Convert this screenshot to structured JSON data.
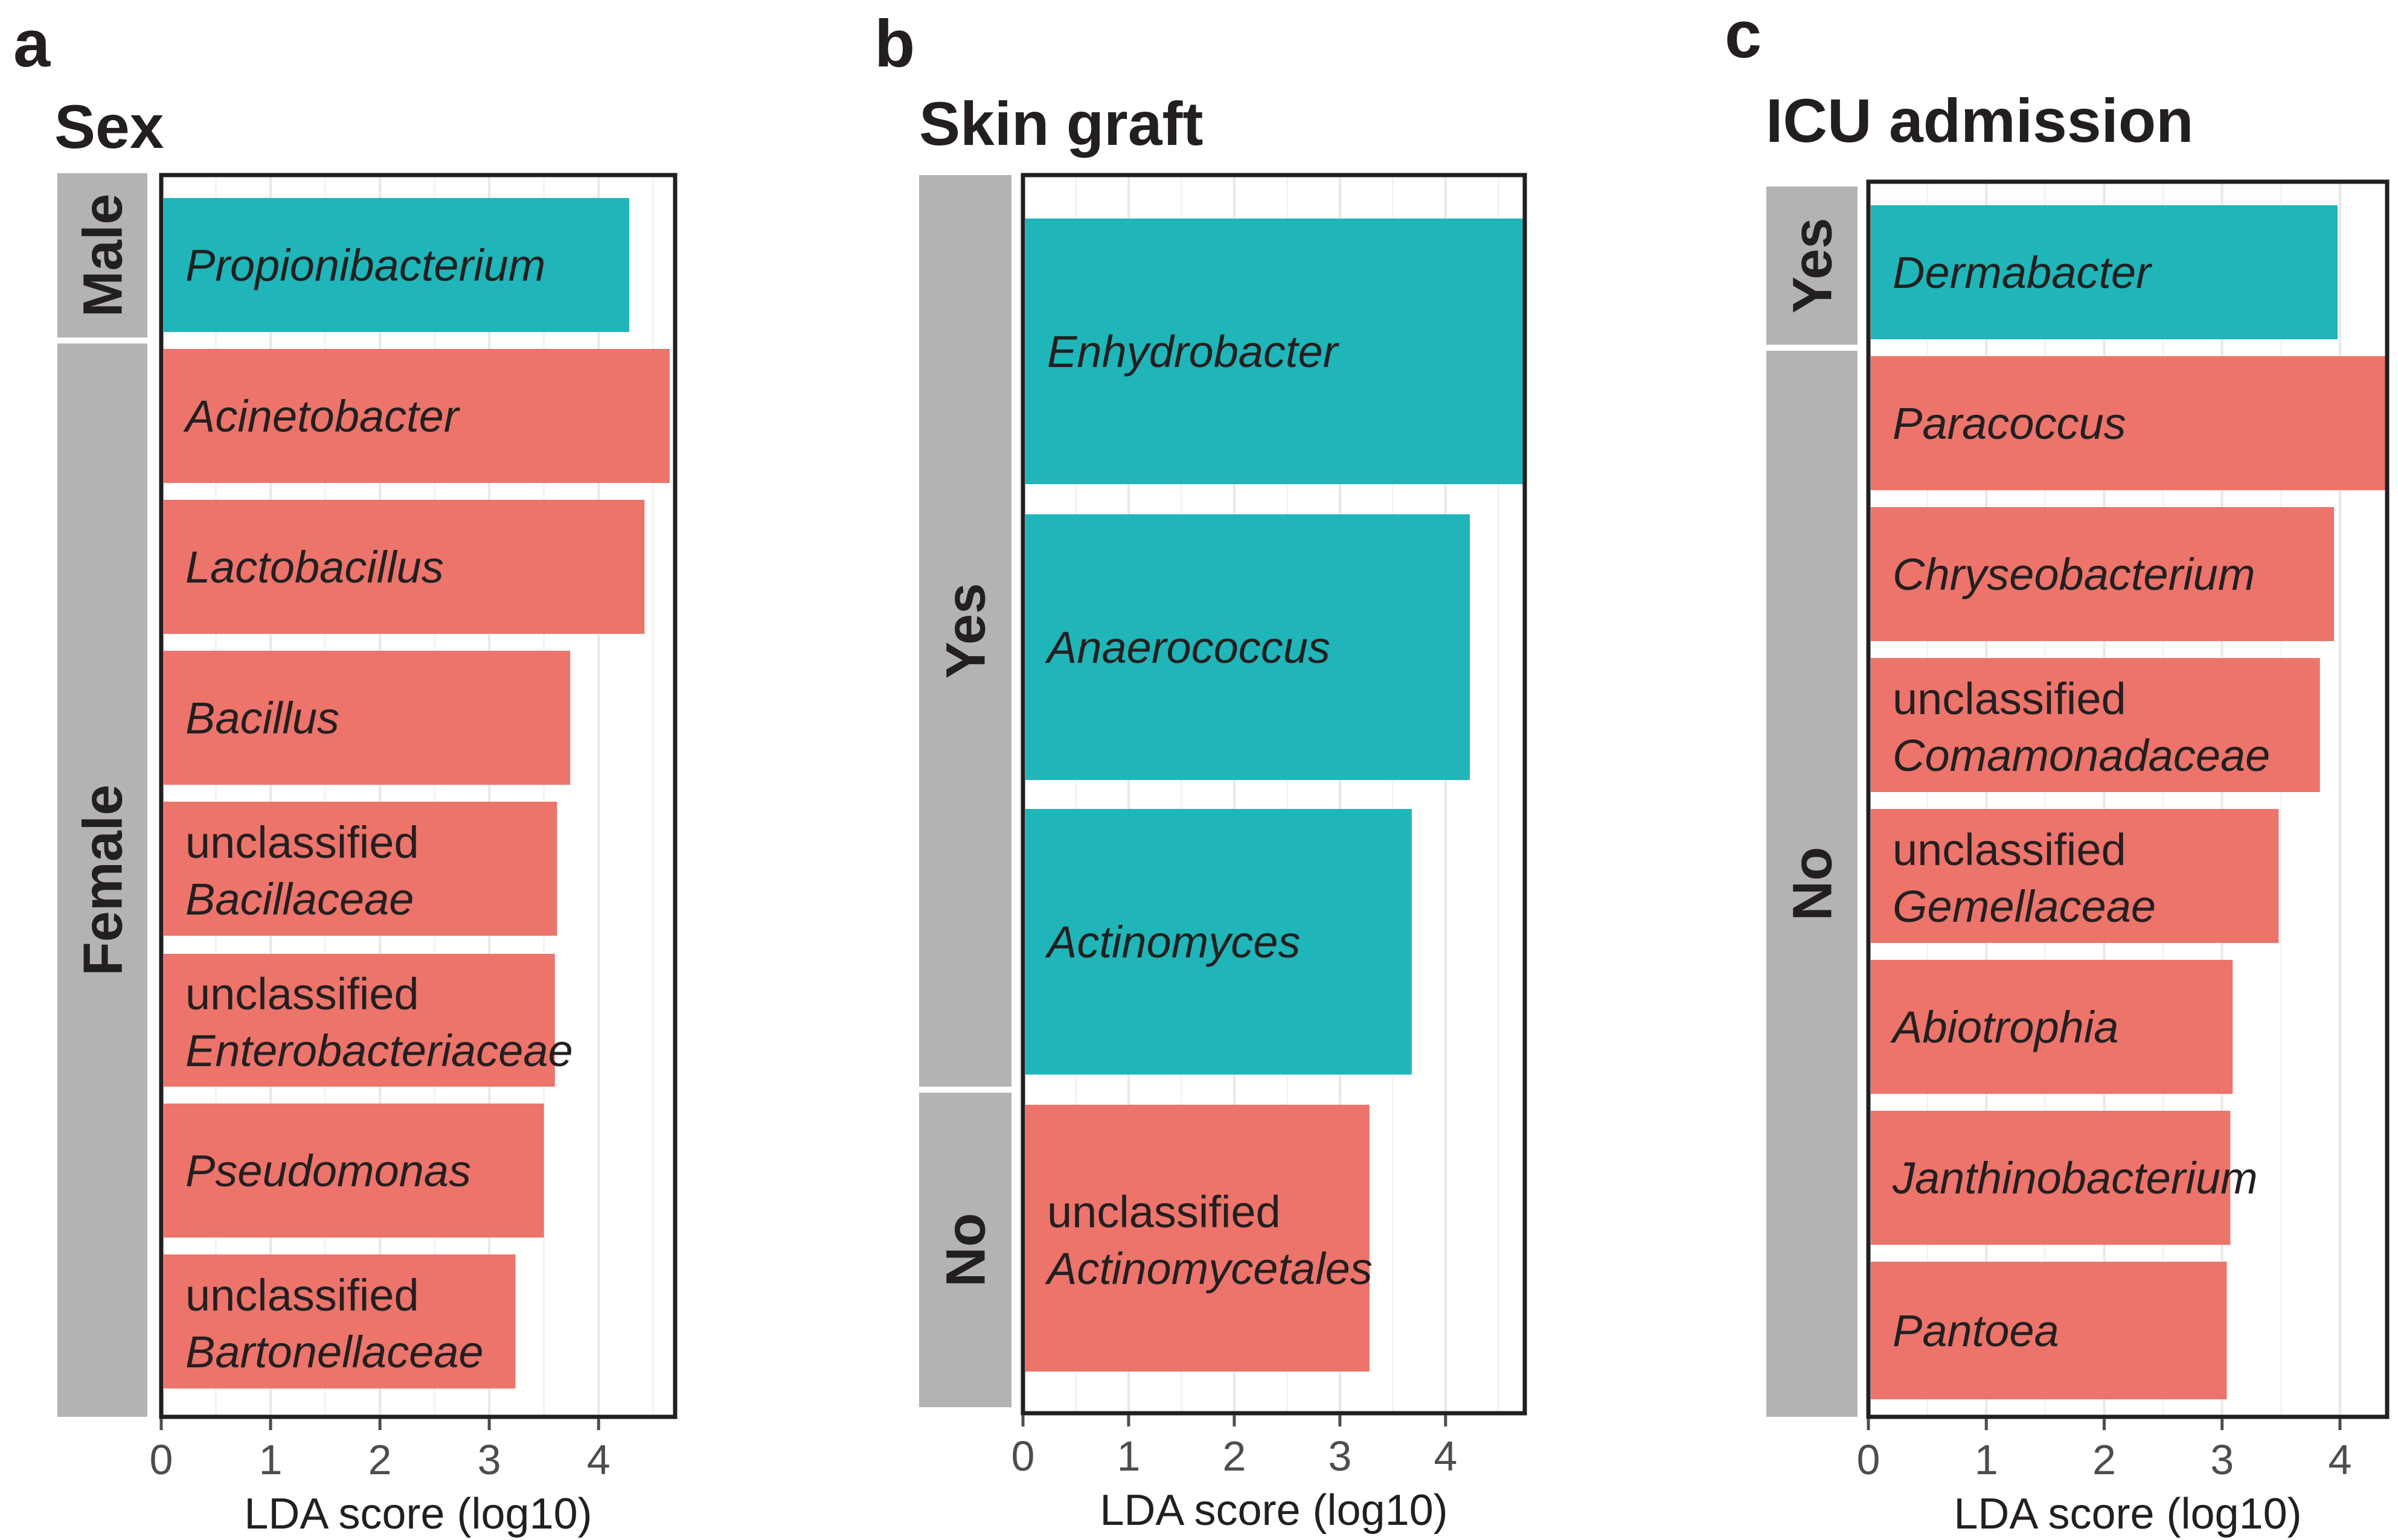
{
  "colors": {
    "teal": "#20b5b8",
    "red": "#ec746b",
    "strip": "#b3b3b3"
  },
  "chart_data": [
    {
      "type": "bar",
      "orientation": "horizontal",
      "panel": "a",
      "title": "Sex",
      "xlabel": "LDA score (log10)",
      "xlim": [
        0,
        4.7
      ],
      "xticks": [
        0,
        1,
        2,
        3,
        4
      ],
      "groups": [
        {
          "name": "Male",
          "color": "teal",
          "bars": [
            {
              "label": [
                "",
                "Propionibacterium"
              ],
              "value": 4.28
            }
          ]
        },
        {
          "name": "Female",
          "color": "red",
          "bars": [
            {
              "label": [
                "",
                "Acinetobacter"
              ],
              "value": 4.65
            },
            {
              "label": [
                "",
                "Lactobacillus"
              ],
              "value": 4.42
            },
            {
              "label": [
                "",
                "Bacillus"
              ],
              "value": 3.74
            },
            {
              "label": [
                "unclassified",
                "Bacillaceae"
              ],
              "value": 3.62
            },
            {
              "label": [
                "unclassified",
                "Enterobacteriaceae"
              ],
              "value": 3.6
            },
            {
              "label": [
                "",
                "Pseudomonas"
              ],
              "value": 3.5
            },
            {
              "label": [
                "unclassified",
                "Bartonellaceae"
              ],
              "value": 3.24
            }
          ]
        }
      ]
    },
    {
      "type": "bar",
      "orientation": "horizontal",
      "panel": "b",
      "title": "Skin graft",
      "xlabel": "LDA score (log10)",
      "xlim": [
        0,
        4.75
      ],
      "xticks": [
        0,
        1,
        2,
        3,
        4
      ],
      "groups": [
        {
          "name": "Yes",
          "color": "teal",
          "bars": [
            {
              "label": [
                "",
                "Enhydrobacter"
              ],
              "value": 4.75
            },
            {
              "label": [
                "",
                "Anaerococcus"
              ],
              "value": 4.23
            },
            {
              "label": [
                "",
                "Actinomyces"
              ],
              "value": 3.68
            }
          ]
        },
        {
          "name": "No",
          "color": "red",
          "bars": [
            {
              "label": [
                "unclassified",
                "Actinomycetales"
              ],
              "value": 3.28
            }
          ]
        }
      ]
    },
    {
      "type": "bar",
      "orientation": "horizontal",
      "panel": "c",
      "title": "ICU admission",
      "xlabel": "LDA score (log10)",
      "xlim": [
        0,
        4.4
      ],
      "xticks": [
        0,
        1,
        2,
        3,
        4
      ],
      "groups": [
        {
          "name": "Yes",
          "color": "teal",
          "bars": [
            {
              "label": [
                "",
                "Dermabacter"
              ],
              "value": 3.98
            }
          ]
        },
        {
          "name": "No",
          "color": "red",
          "bars": [
            {
              "label": [
                "",
                "Paracoccus"
              ],
              "value": 4.4
            },
            {
              "label": [
                "",
                "Chryseobacterium"
              ],
              "value": 3.95
            },
            {
              "label": [
                "unclassified",
                "Comamonadaceae"
              ],
              "value": 3.83
            },
            {
              "label": [
                "unclassified",
                "Gemellaceae"
              ],
              "value": 3.48
            },
            {
              "label": [
                "",
                "Abiotrophia"
              ],
              "value": 3.09
            },
            {
              "label": [
                "",
                "Janthinobacterium"
              ],
              "value": 3.07
            },
            {
              "label": [
                "",
                "Pantoea"
              ],
              "value": 3.04
            }
          ]
        }
      ]
    }
  ]
}
